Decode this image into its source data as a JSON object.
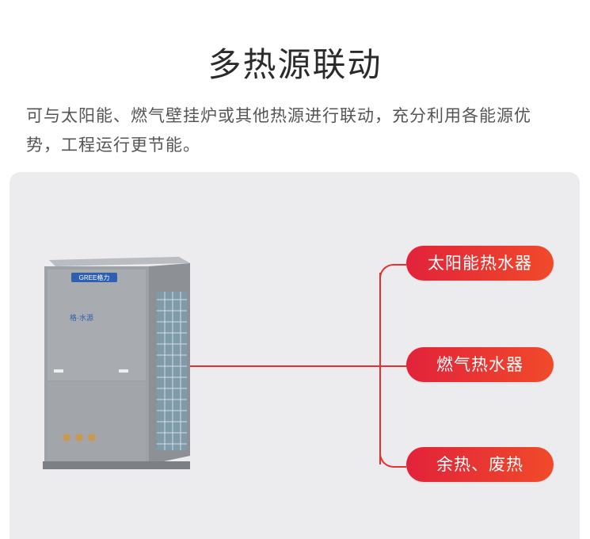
{
  "page": {
    "title": "多热源联动",
    "description": "可与太阳能、燃气壁挂炉或其他热源进行联动，充分利用各能源优势，工程运行更节能。"
  },
  "product": {
    "brand_logo": "GREE格力",
    "panel_text": "格·水源"
  },
  "sources": [
    {
      "label": "太阳能热水器"
    },
    {
      "label": "燃气热水器"
    },
    {
      "label": "余热、废热"
    }
  ],
  "colors": {
    "accent_start": "#e2223a",
    "accent_end": "#f04a2a",
    "line": "#e8302f",
    "panel_bg": "#ececee"
  }
}
